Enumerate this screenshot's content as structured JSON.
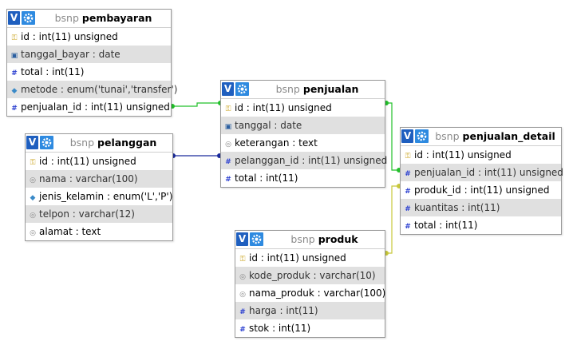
{
  "db": "bsnp",
  "tables": {
    "pembayaran": {
      "name": "pembayaran",
      "columns": [
        {
          "icon": "key",
          "text": "id : int(11) unsigned"
        },
        {
          "icon": "date",
          "text": "tanggal_bayar : date"
        },
        {
          "icon": "num",
          "text": "total : int(11)"
        },
        {
          "icon": "enum",
          "text": "metode : enum('tunai','transfer')"
        },
        {
          "icon": "num",
          "text": "penjualan_id : int(11) unsigned"
        }
      ]
    },
    "pelanggan": {
      "name": "pelanggan",
      "columns": [
        {
          "icon": "key",
          "text": "id : int(11) unsigned"
        },
        {
          "icon": "text",
          "text": "nama : varchar(100)"
        },
        {
          "icon": "enum",
          "text": "jenis_kelamin : enum('L','P')"
        },
        {
          "icon": "text",
          "text": "telpon : varchar(12)"
        },
        {
          "icon": "text",
          "text": "alamat : text"
        }
      ]
    },
    "penjualan": {
      "name": "penjualan",
      "columns": [
        {
          "icon": "key",
          "text": "id : int(11) unsigned"
        },
        {
          "icon": "date",
          "text": "tanggal : date"
        },
        {
          "icon": "text",
          "text": "keterangan : text"
        },
        {
          "icon": "num",
          "text": "pelanggan_id : int(11) unsigned"
        },
        {
          "icon": "num",
          "text": "total : int(11)"
        }
      ]
    },
    "produk": {
      "name": "produk",
      "columns": [
        {
          "icon": "key",
          "text": "id : int(11) unsigned"
        },
        {
          "icon": "text",
          "text": "kode_produk : varchar(10)"
        },
        {
          "icon": "text",
          "text": "nama_produk : varchar(100)"
        },
        {
          "icon": "num",
          "text": "harga : int(11)"
        },
        {
          "icon": "num",
          "text": "stok : int(11)"
        }
      ]
    },
    "penjualan_detail": {
      "name": "penjualan_detail",
      "columns": [
        {
          "icon": "key",
          "text": "id : int(11) unsigned"
        },
        {
          "icon": "num",
          "text": "penjualan_id : int(11) unsigned"
        },
        {
          "icon": "num",
          "text": "produk_id : int(11) unsigned"
        },
        {
          "icon": "num",
          "text": "kuantitas : int(11)"
        },
        {
          "icon": "num",
          "text": "total : int(11)"
        }
      ]
    }
  },
  "colors": {
    "link_green": "#22c02a",
    "link_navy": "#1a2a9c",
    "link_olive": "#c8c83a",
    "header_button": "#1f5fbf",
    "row_alt": "#e0e0e0"
  }
}
